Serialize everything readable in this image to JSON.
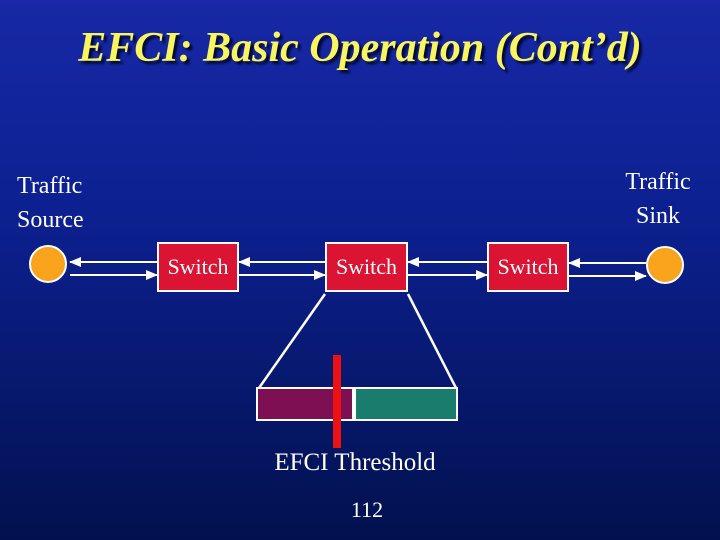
{
  "slide": {
    "title": "EFCI: Basic Operation (Cont’d)",
    "page_number": "112"
  },
  "diagram": {
    "source_label": "Traffic\nSource",
    "sink_label": "Traffic\nSink",
    "switches": [
      {
        "label": "Switch"
      },
      {
        "label": "Switch"
      },
      {
        "label": "Switch"
      }
    ],
    "threshold_label": "EFCI Threshold"
  },
  "colors": {
    "bg_top": "#1828A6",
    "bg_mid": "#0C2090",
    "bg_bottom": "#02114E",
    "title_yellow": "#F8F55F",
    "switch_red": "#DC1433",
    "node_orange": "#F9A41C",
    "buffer_filled_maroon": "#7D1053",
    "buffer_free_teal": "#1A7C6C",
    "threshold_red": "#EE1111",
    "line_white": "#FFFFFF"
  }
}
